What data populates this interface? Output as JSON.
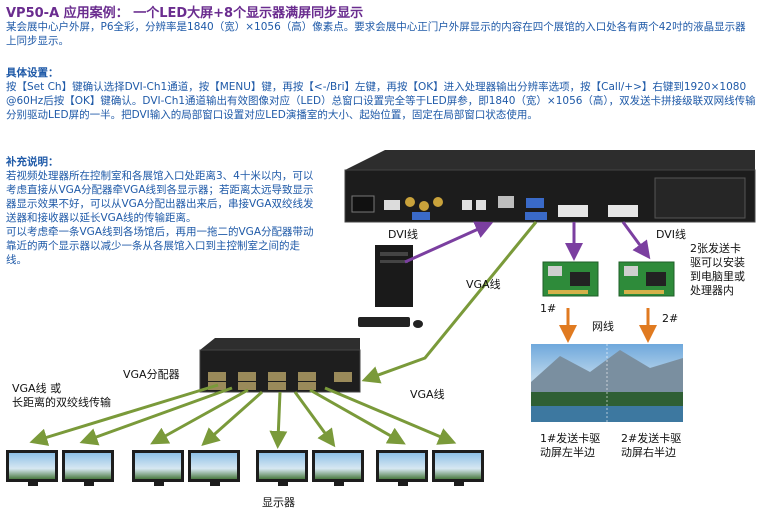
{
  "title": "VP50-A 应用案例：  一个LED大屏+8个显示器满屏同步显示",
  "intro": "某会展中心户外屏，P6全彩，分辨率是1840（宽）×1056（高）像素点。要求会展中心正门户外屏显示的内容在四个展馆的入口处各有两个42吋的液晶显示器上同步显示。",
  "setup_heading": "具体设置：",
  "setup_text": "按【Set Ch】键确认选择DVI-Ch1通道，按【MENU】键，再按【<-/Bri】左键，再按【OK】进入处理器输出分辨率选项，按【Call/+>】右键到1920×1080  @60Hz后按【OK】键确认。DVI-Ch1通道输出有效图像对应（LED）总窗口设置完全等于LED屏参，即1840（宽）×1056（高），双发送卡拼接级联双网线传输分别驱动LED屏的一半。把DVI输入的局部窗口设置对应LED演播室的大小、起始位置，固定在局部窗口状态使用。",
  "notes_heading": "补充说明：",
  "notes_p1": "若视频处理器所在控制室和各展馆入口处距离3、4十米以内，可以考虑直接从VGA分配器牵VGA线到各显示器；若距离太远导致显示器显示效果不好，可以从VGA分配出器出来后，串接VGA双绞线发送器和接收器以延长VGA线的传输距离。",
  "notes_p2": "可以考虑牵一条VGA线到各场馆后，再用一拖二的VGA分配器带动靠近的两个显示器以减少一条从各展馆入口到主控制室之间的走线。",
  "labels": {
    "dvi_left": "DVI线",
    "dvi_right": "DVI线",
    "vga_top": "VGA线",
    "vga_bottom": "VGA线",
    "vga_splitter": "VGA分配器",
    "vga_or_twisted_1": "VGA线 或",
    "vga_or_twisted_2": "长距离的双绞线传输",
    "card_note_1": "2张发送卡",
    "card_note_2": "驱可以安装",
    "card_note_3": "到电脑里或",
    "card_note_4": "处理器内",
    "card1": "1#",
    "card2": "2#",
    "network_cable": "网线",
    "drive_left_1": "1#发送卡驱",
    "drive_left_2": "动屏左半边",
    "drive_right_1": "2#发送卡驱",
    "drive_right_2": "动屏右半边",
    "monitors": "显示器"
  },
  "colors": {
    "title": "#6a2c8f",
    "text_blue": "#1f5aa8",
    "dvi_arrow": "#7b3fa0",
    "vga_arrow": "#7a9a3a",
    "net_arrow": "#e07a20"
  }
}
